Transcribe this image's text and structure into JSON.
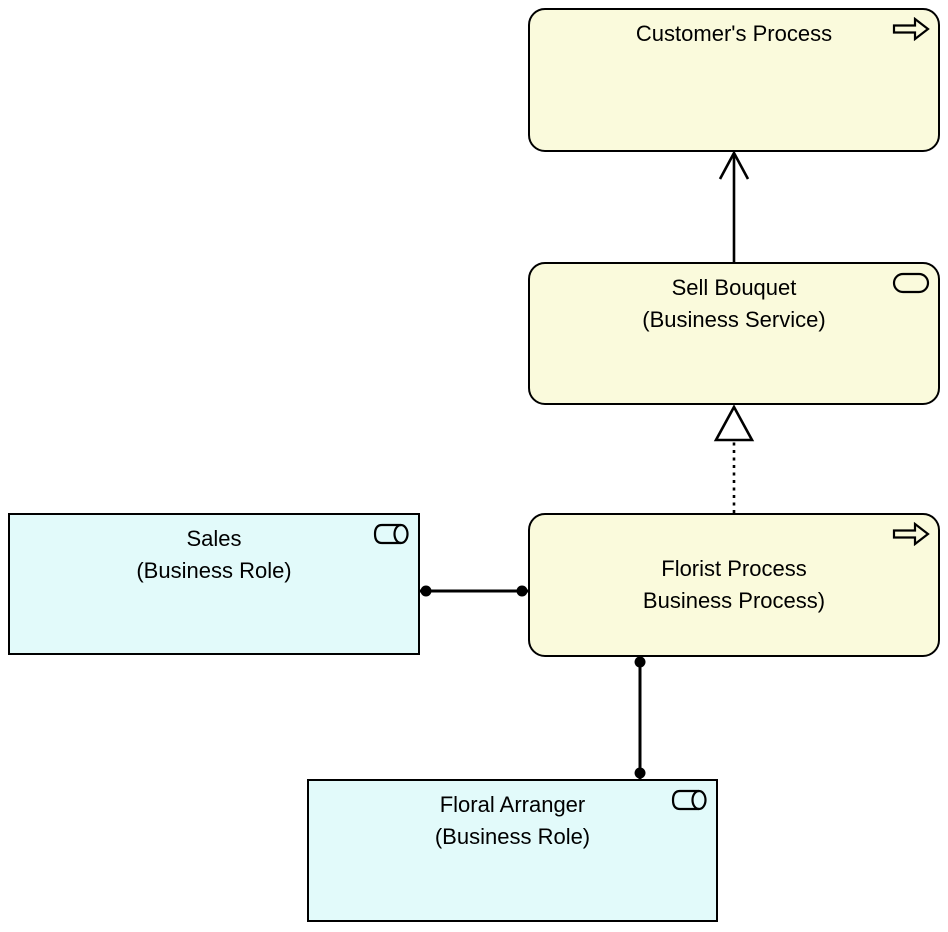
{
  "colors": {
    "process_fill": "#FAFADC",
    "role_fill": "#E2FAFA",
    "border": "#000000",
    "background": "#FFFFFF"
  },
  "nodes": {
    "customers_process": {
      "line1": "Customer's Process",
      "element_type": "business-process",
      "icon": "process-arrow-icon"
    },
    "sell_bouquet": {
      "line1": "Sell Bouquet",
      "line2": "(Business Service)",
      "element_type": "business-service",
      "icon": "service-pill-icon"
    },
    "sales": {
      "line1": "Sales",
      "line2": "(Business Role)",
      "element_type": "business-role",
      "icon": "role-cylinder-icon"
    },
    "florist_process": {
      "line1": "Florist Process",
      "line2": "Business Process)",
      "element_type": "business-process",
      "icon": "process-arrow-icon"
    },
    "floral_arranger": {
      "line1": "Floral Arranger",
      "line2": "(Business Role)",
      "element_type": "business-role",
      "icon": "role-cylinder-icon"
    }
  },
  "relationships": [
    {
      "type": "serving",
      "from": "sell_bouquet",
      "to": "customers_process",
      "style": "solid-line-open-arrowhead"
    },
    {
      "type": "realization",
      "from": "florist_process",
      "to": "sell_bouquet",
      "style": "dotted-line-hollow-triangle"
    },
    {
      "type": "assignment",
      "from": "sales",
      "to": "florist_process",
      "style": "solid-line-filled-ball-ends"
    },
    {
      "type": "assignment",
      "from": "floral_arranger",
      "to": "florist_process",
      "style": "solid-line-filled-ball-ends"
    }
  ]
}
